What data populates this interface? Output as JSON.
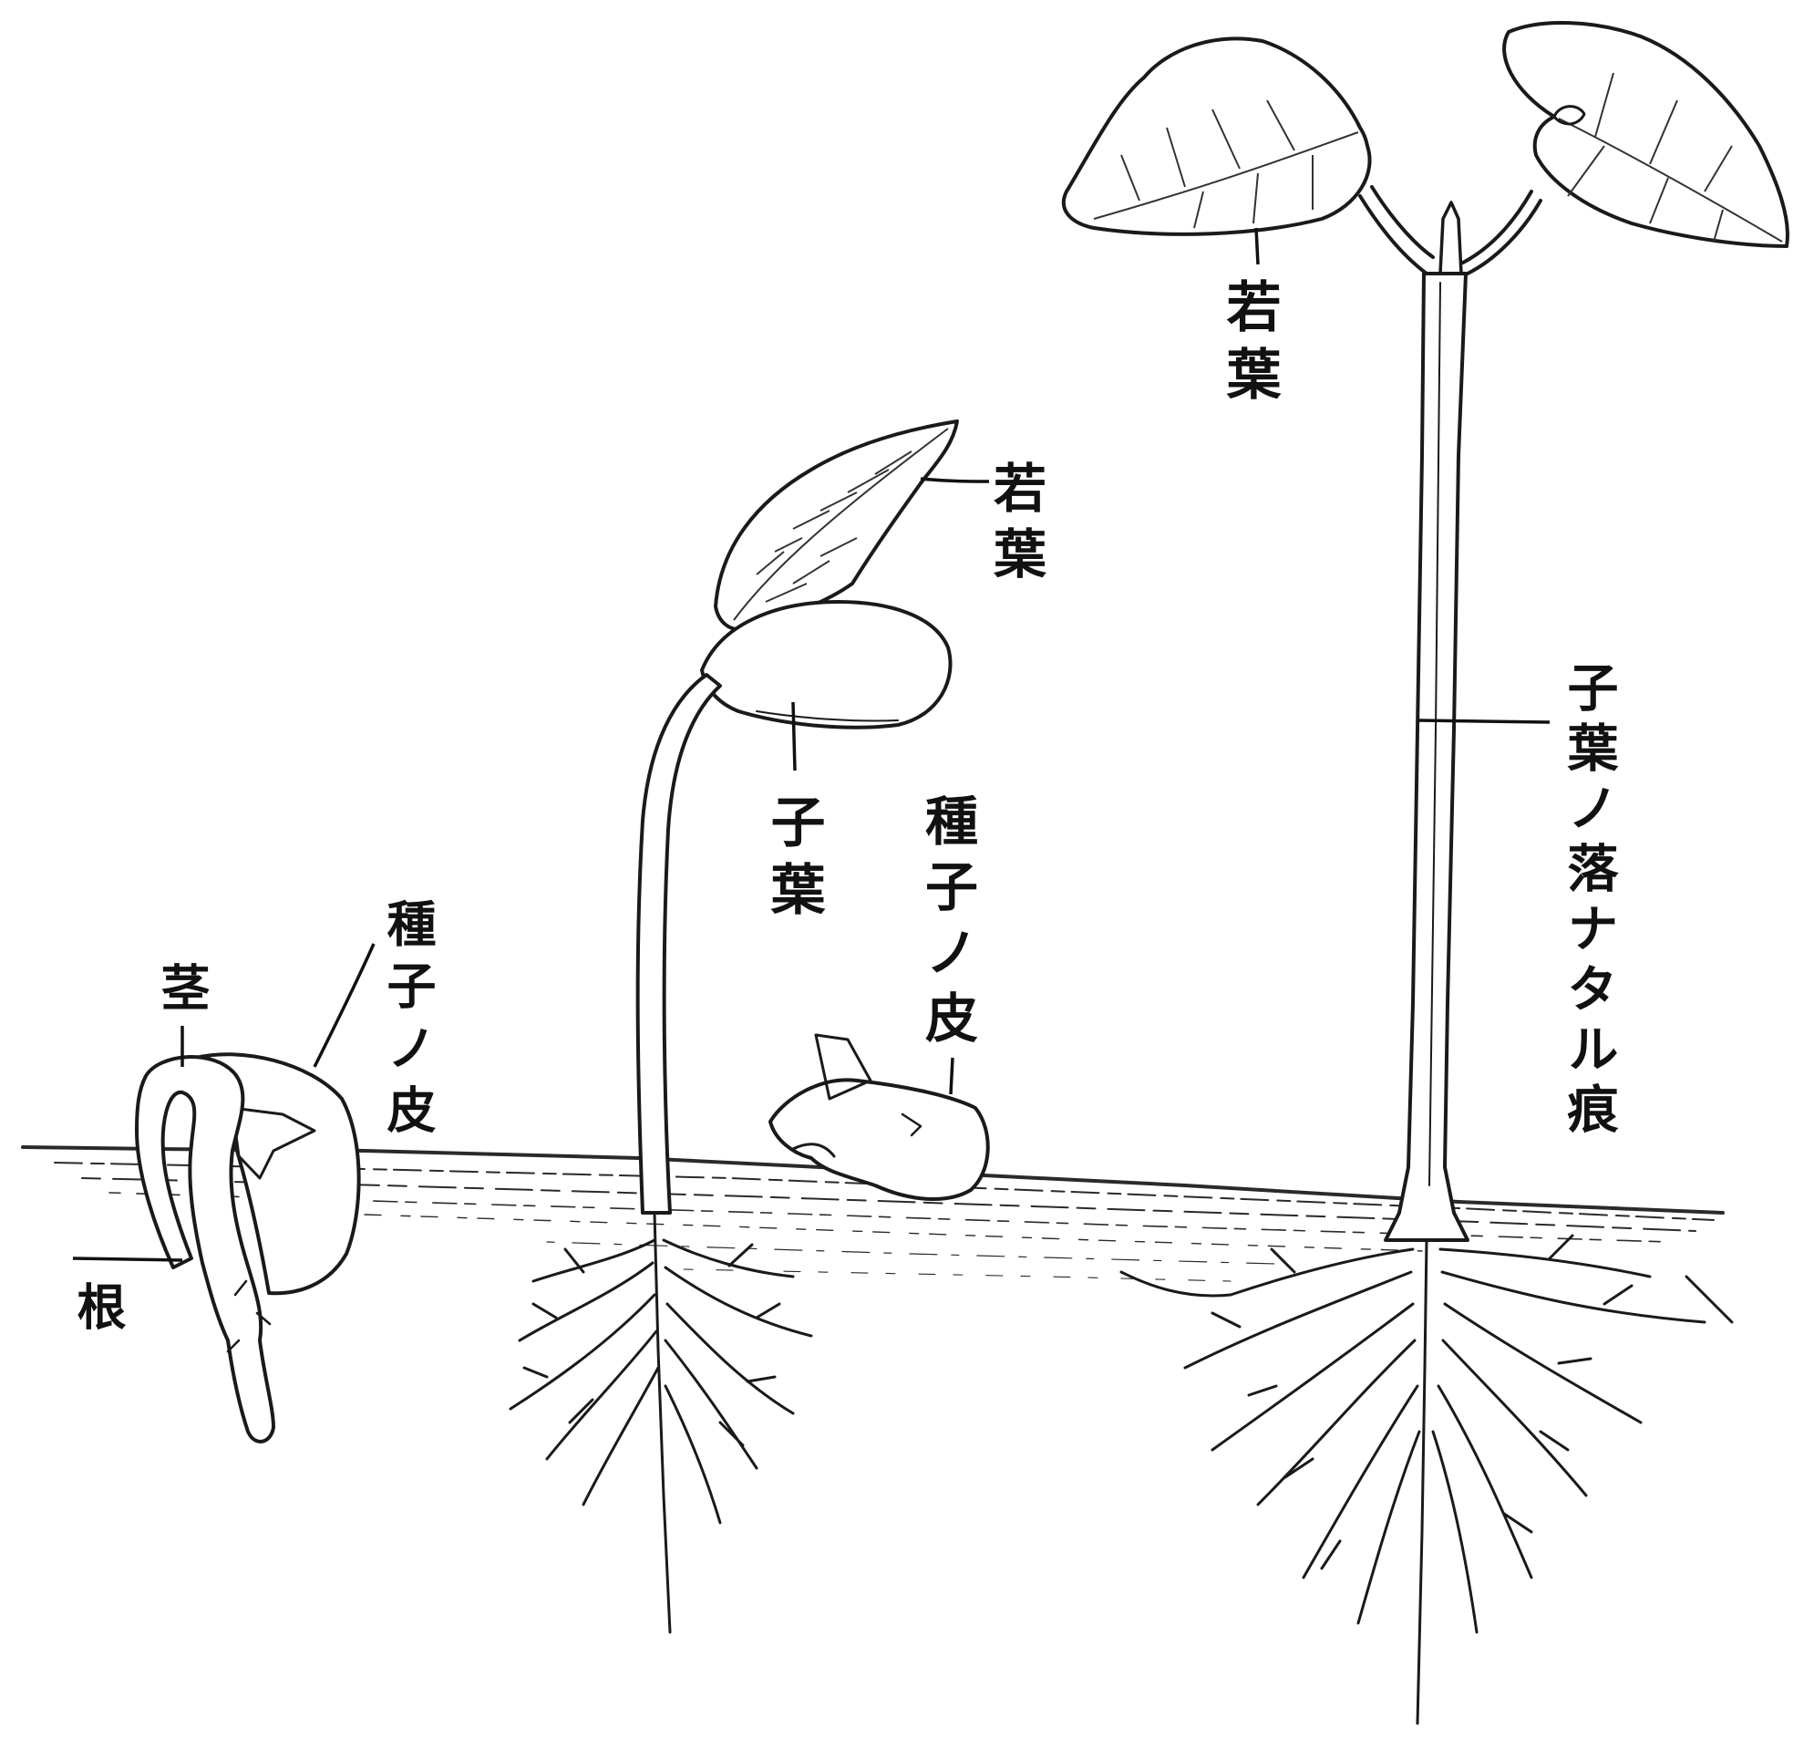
{
  "labels": {
    "stem_1": "茎",
    "seed_coat_1": "種子ノ皮",
    "root_1": "根",
    "young_leaf_2": "若葉",
    "cotyledon_2": "子葉",
    "seed_coat_2": "種子ノ皮",
    "young_leaf_3": "若葉",
    "cotyledon_scar_3": "子葉ノ落ナタル痕"
  }
}
